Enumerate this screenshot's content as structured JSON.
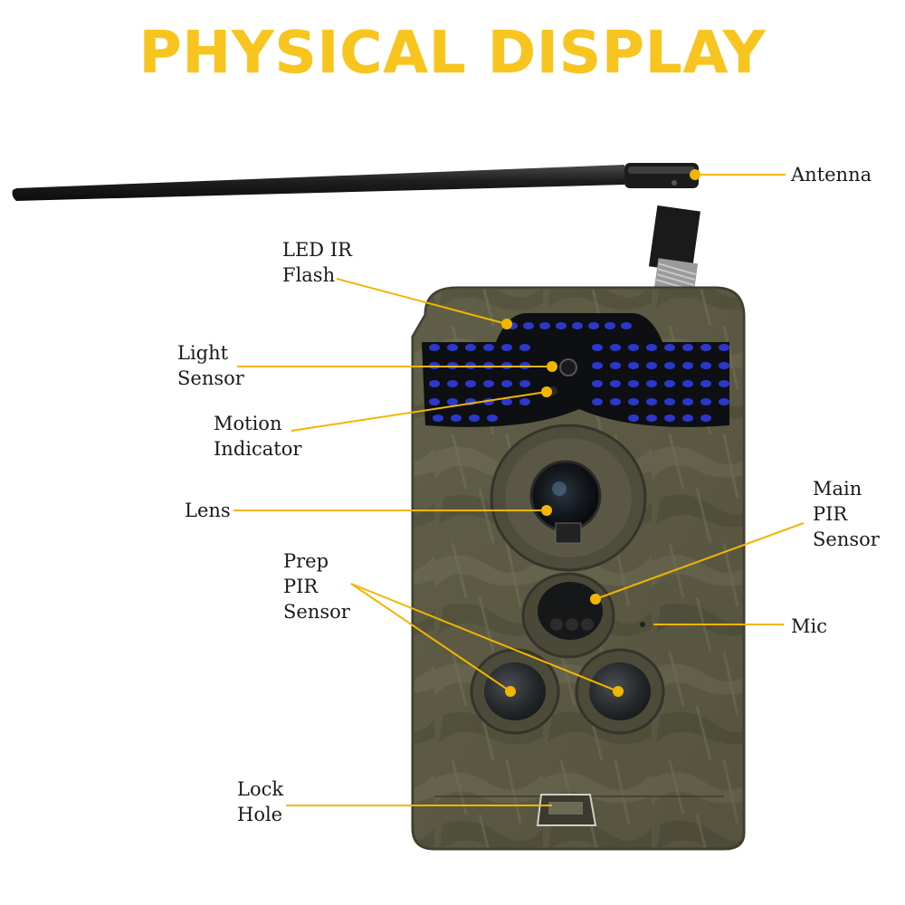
{
  "title": "PHYSICAL DISPLAY",
  "colors": {
    "title": "#f7c51d",
    "leader": "#f2b600",
    "camo_base": "#5d5b45",
    "ir_led": "#2e3bd6"
  },
  "labels": {
    "antenna": "Antenna",
    "led_ir_1": "LED IR",
    "led_ir_2": "Flash",
    "light_1": "Light",
    "light_2": "Sensor",
    "motion_1": "Motion",
    "motion_2": "Indicator",
    "lens": "Lens",
    "main_1": "Main",
    "main_2": "PIR",
    "main_3": "Sensor",
    "prep_1": "Prep",
    "prep_2": "PIR",
    "prep_3": "Sensor",
    "mic": "Mic",
    "lock_1": "Lock",
    "lock_2": "Hole"
  }
}
